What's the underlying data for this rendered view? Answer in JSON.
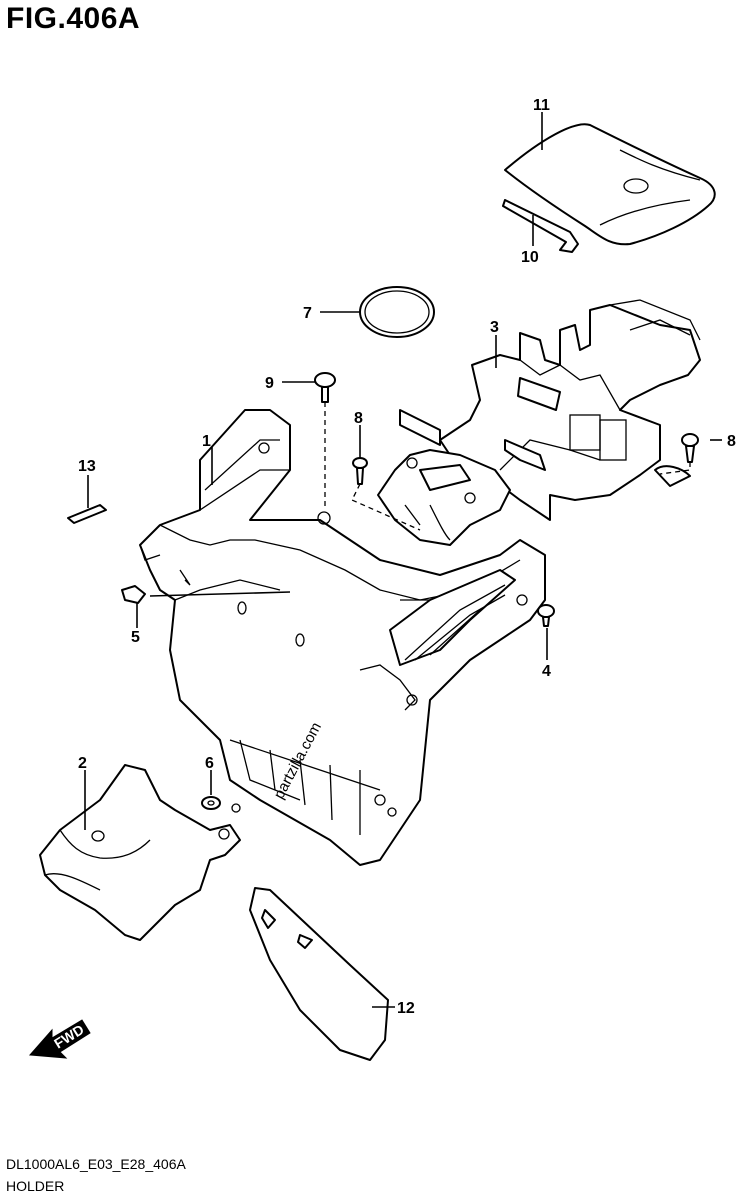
{
  "figure": {
    "title": "FIG.406A",
    "model_code": "DL1000AL6_E03_E28_406A",
    "section_name": "HOLDER",
    "watermark": "partzilla.com"
  },
  "direction_marker": {
    "label": "FWD",
    "icon": "arrow-left-icon"
  },
  "callouts": [
    "1",
    "2",
    "3",
    "4",
    "5",
    "6",
    "7",
    "8",
    "8",
    "9",
    "10",
    "11",
    "12",
    "13"
  ]
}
